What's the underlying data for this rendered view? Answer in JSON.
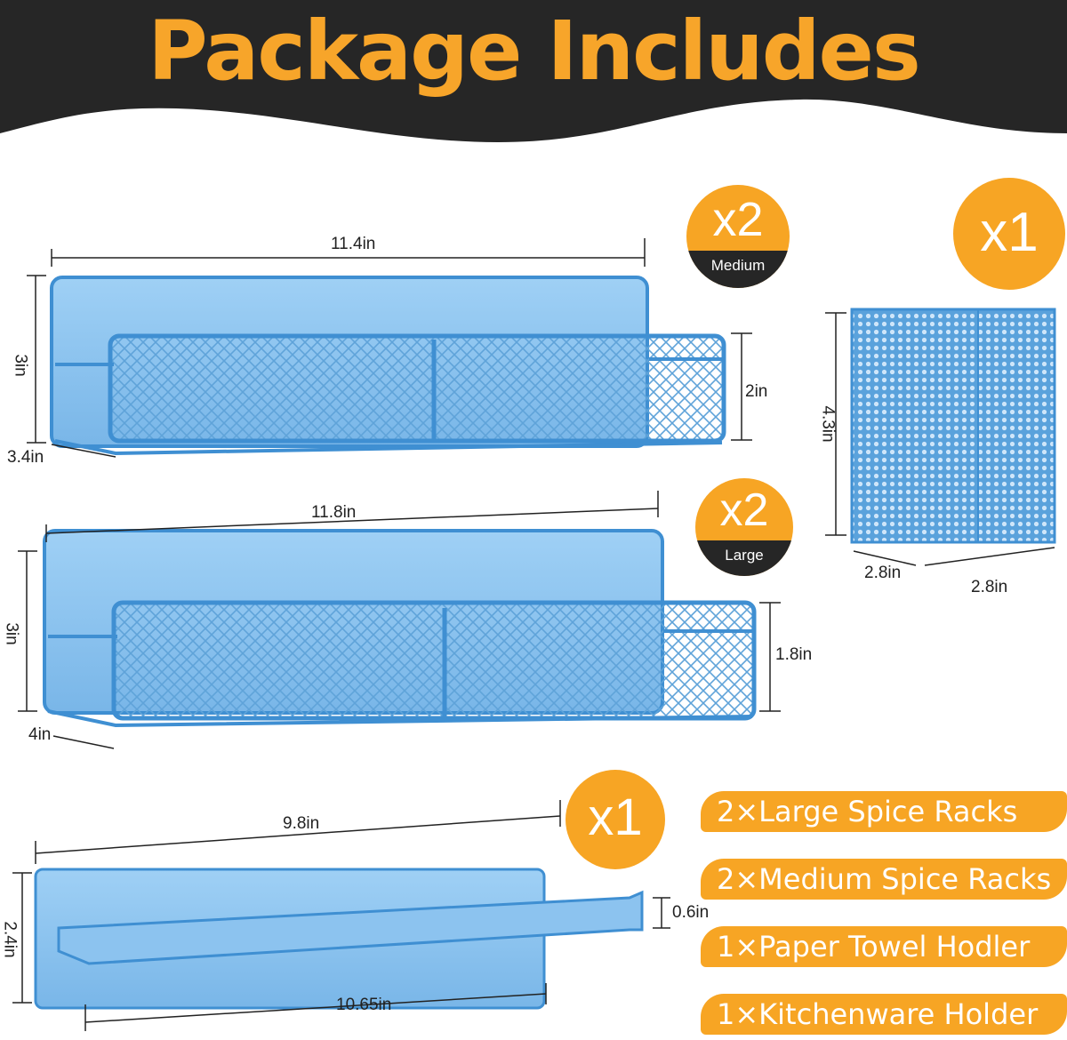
{
  "title": "Package Includes",
  "colors": {
    "accent": "#f7a524",
    "dark_band": "#262626",
    "product_blue": "#8ec5f0"
  },
  "badges": {
    "medium": {
      "count": "x2",
      "label": "Medium"
    },
    "large": {
      "count": "x2",
      "label": "Large"
    },
    "holder": {
      "count": "x1"
    },
    "towel": {
      "count": "x1"
    }
  },
  "dimensions": {
    "medium_rack": {
      "width": "11.4in",
      "height": "3in",
      "depth": "3.4in",
      "front": "2in"
    },
    "large_rack": {
      "width": "11.8in",
      "height": "3in",
      "depth": "4in",
      "front": "1.8in"
    },
    "holder": {
      "height": "4.3in",
      "depth": "2.8in",
      "width": "2.8in"
    },
    "towel": {
      "top_width": "9.8in",
      "height": "2.4in",
      "bottom_width": "10.65in",
      "lip": "0.6in"
    }
  },
  "contents": [
    "2×Large Spice Racks",
    "2×Medium Spice Racks",
    "1×Paper Towel Hodler",
    "1×Kitchenware Holder"
  ]
}
